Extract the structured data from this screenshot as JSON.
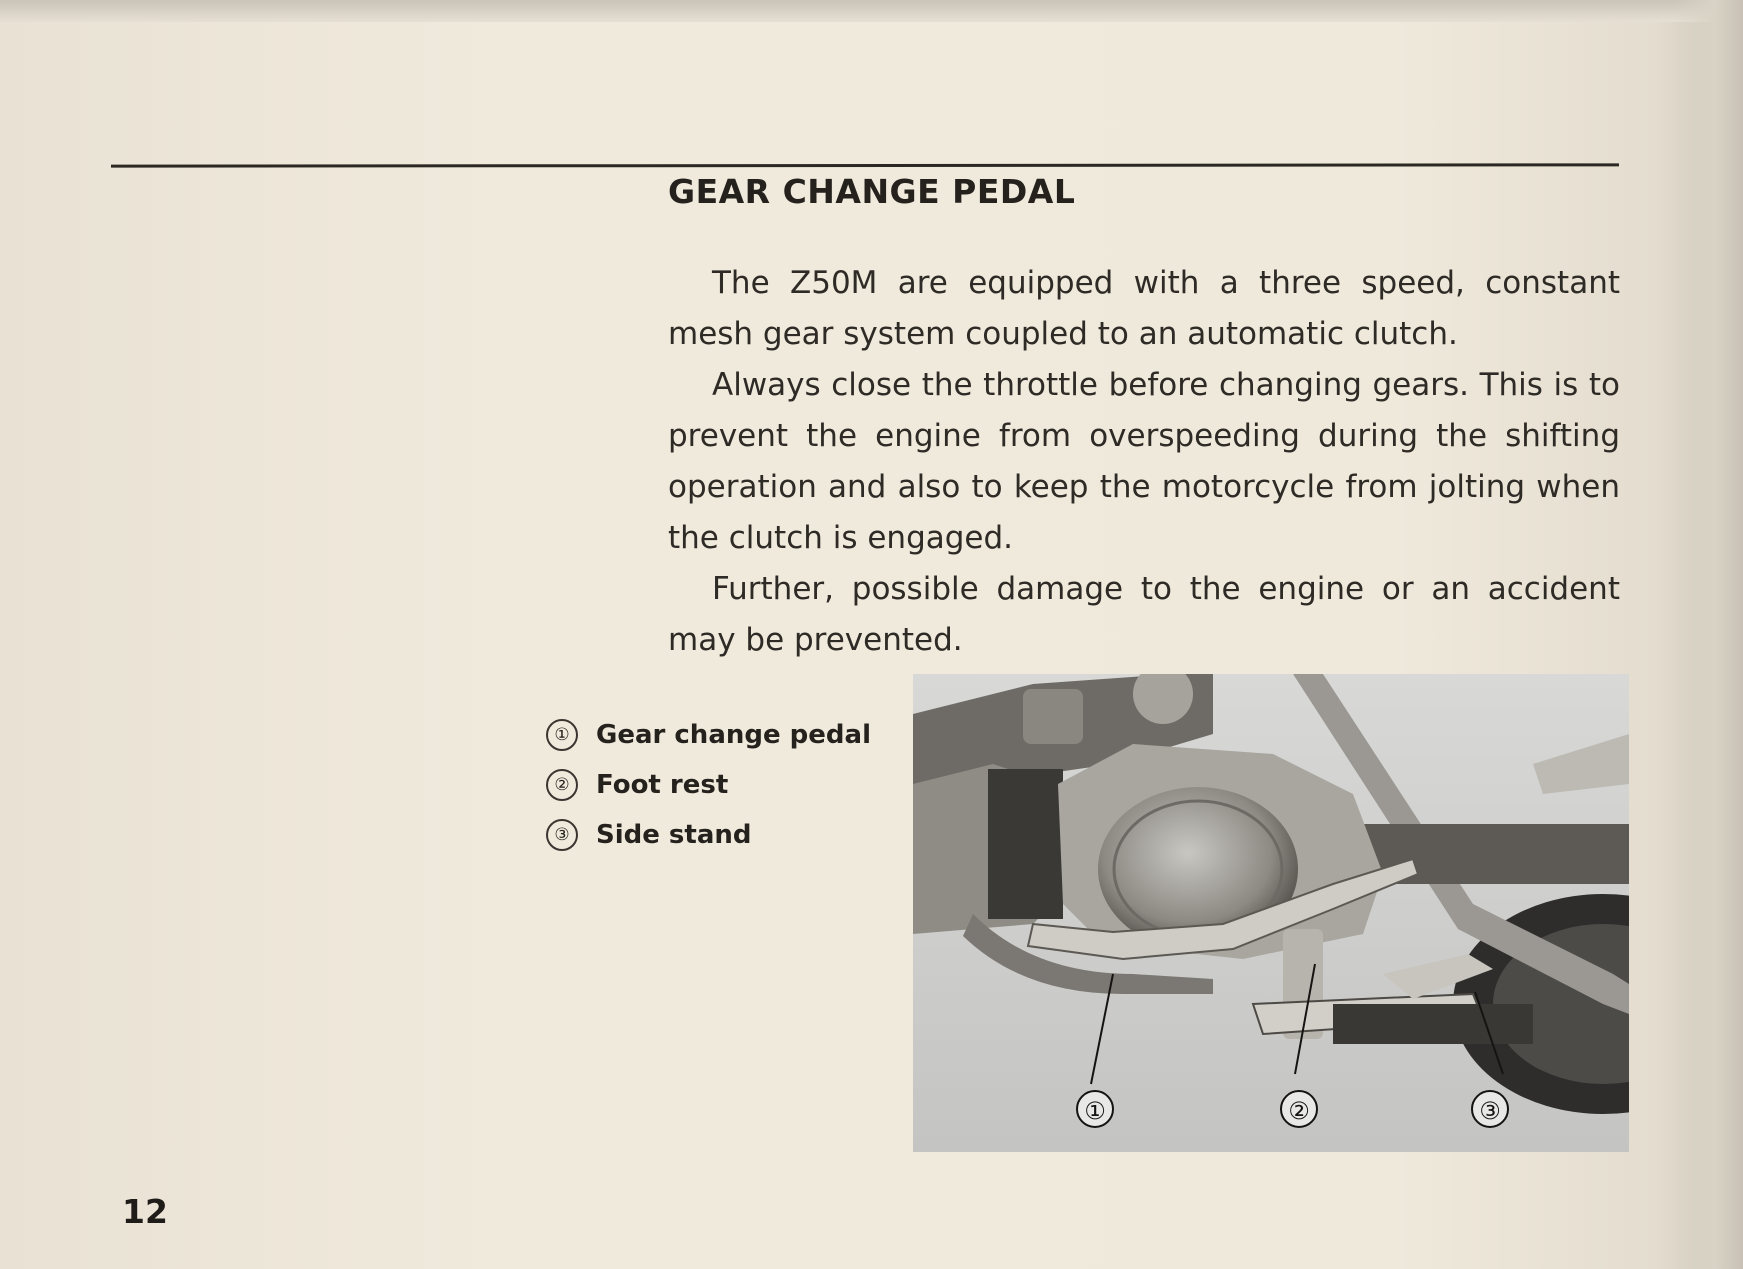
{
  "heading": "GEAR CHANGE PEDAL",
  "paragraphs": [
    "The Z50M are equipped with a three speed, constant mesh gear system coupled to an automatic clutch.",
    "Always close the throttle before changing gears. This is to prevent the engine from overspeeding during the shifting operation and also to keep the motorcycle from jolting when the clutch is engaged.",
    "Further, possible damage to the engine or an accident may be prevented."
  ],
  "legend": [
    {
      "number": "①",
      "label": "Gear change pedal"
    },
    {
      "number": "②",
      "label": "Foot rest"
    },
    {
      "number": "③",
      "label": "Side stand"
    }
  ],
  "photo_callouts": [
    "①",
    "②",
    "③"
  ],
  "page_number": "12"
}
